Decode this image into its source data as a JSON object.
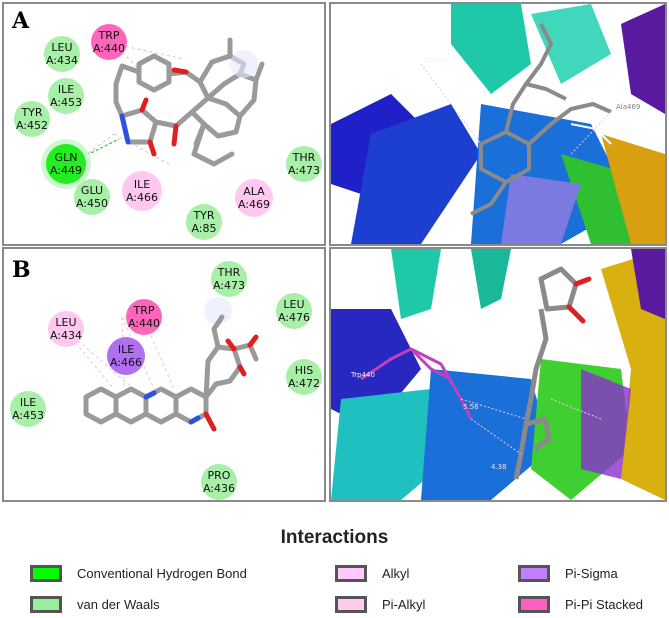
{
  "panels": {
    "a": {
      "label": "A"
    },
    "b": {
      "label": "B"
    }
  },
  "residues_a": [
    {
      "name": "TRP",
      "id": "A:440",
      "type": "pipi"
    },
    {
      "name": "LEU",
      "id": "A:434",
      "type": "vdw"
    },
    {
      "name": "ILE",
      "id": "A:453",
      "type": "vdw"
    },
    {
      "name": "TYR",
      "id": "A:452",
      "type": "vdw"
    },
    {
      "name": "GLN",
      "id": "A:449",
      "type": "hbond"
    },
    {
      "name": "GLU",
      "id": "A:450",
      "type": "vdw"
    },
    {
      "name": "ILE",
      "id": "A:466",
      "type": "alkyl"
    },
    {
      "name": "TYR",
      "id": "A:85",
      "type": "vdw"
    },
    {
      "name": "ALA",
      "id": "A:469",
      "type": "alkyl"
    },
    {
      "name": "THR",
      "id": "A:473",
      "type": "vdw"
    }
  ],
  "residues_b": [
    {
      "name": "THR",
      "id": "A:473",
      "type": "vdw"
    },
    {
      "name": "LEU",
      "id": "A:434",
      "type": "alkyl"
    },
    {
      "name": "TRP",
      "id": "A:440",
      "type": "pipi"
    },
    {
      "name": "ILE",
      "id": "A:466",
      "type": "pisigma"
    },
    {
      "name": "LEU",
      "id": "A:476",
      "type": "vdw"
    },
    {
      "name": "HIS",
      "id": "A:472",
      "type": "vdw"
    },
    {
      "name": "ILE",
      "id": "A:453",
      "type": "vdw"
    },
    {
      "name": "PRO",
      "id": "A:436",
      "type": "vdw"
    }
  ],
  "structure_labels": {
    "a_left": "Trp440",
    "a_right": "Ala469",
    "b_left": "Trp440",
    "b_1": "5.56",
    "b_2": "4.38"
  },
  "legend": {
    "title": "Interactions",
    "items": [
      {
        "label": "Conventional Hydrogen Bond",
        "color": "#00ff00"
      },
      {
        "label": "Alkyl",
        "color": "#ffc8ff"
      },
      {
        "label": "Pi-Sigma",
        "color": "#c080ff"
      },
      {
        "label": "van der Waals",
        "color": "#99ee99"
      },
      {
        "label": "Pi-Alkyl",
        "color": "#ffccee"
      },
      {
        "label": "Pi-Pi Stacked",
        "color": "#ff5fbf"
      }
    ]
  },
  "colors": {
    "hbond": "#22ee22",
    "vdw": "#a8f0a8",
    "alkyl": "#ffc8f0",
    "pisigma": "#b070f0",
    "pipi": "#ff66bb",
    "ligand": "#8a8a8a",
    "oxygen": "#e02020",
    "nitrogen": "#3050e0"
  }
}
